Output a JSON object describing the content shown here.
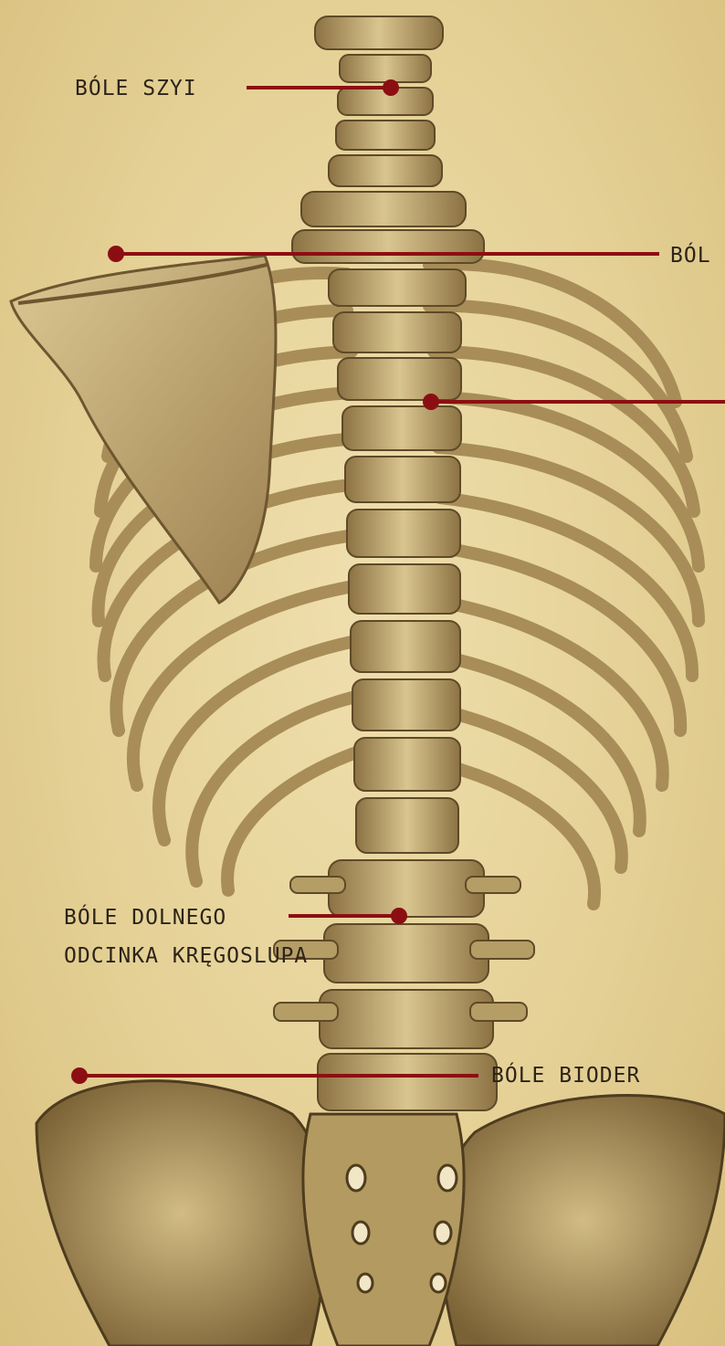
{
  "labels": {
    "neck": "BÓLE SZYI",
    "upper_back": "BÓL",
    "lower_back_line1": "BÓLE DOLNEGO",
    "lower_back_line2": "ODCINKA KRĘGOSLUPA",
    "hips": "BÓLE BIODER"
  },
  "colors": {
    "background": "#e6d49b",
    "bone": "#c8b27a",
    "bone_shadow": "#7a6238",
    "pointer": "#8b0f12",
    "text": "#2c2418"
  }
}
